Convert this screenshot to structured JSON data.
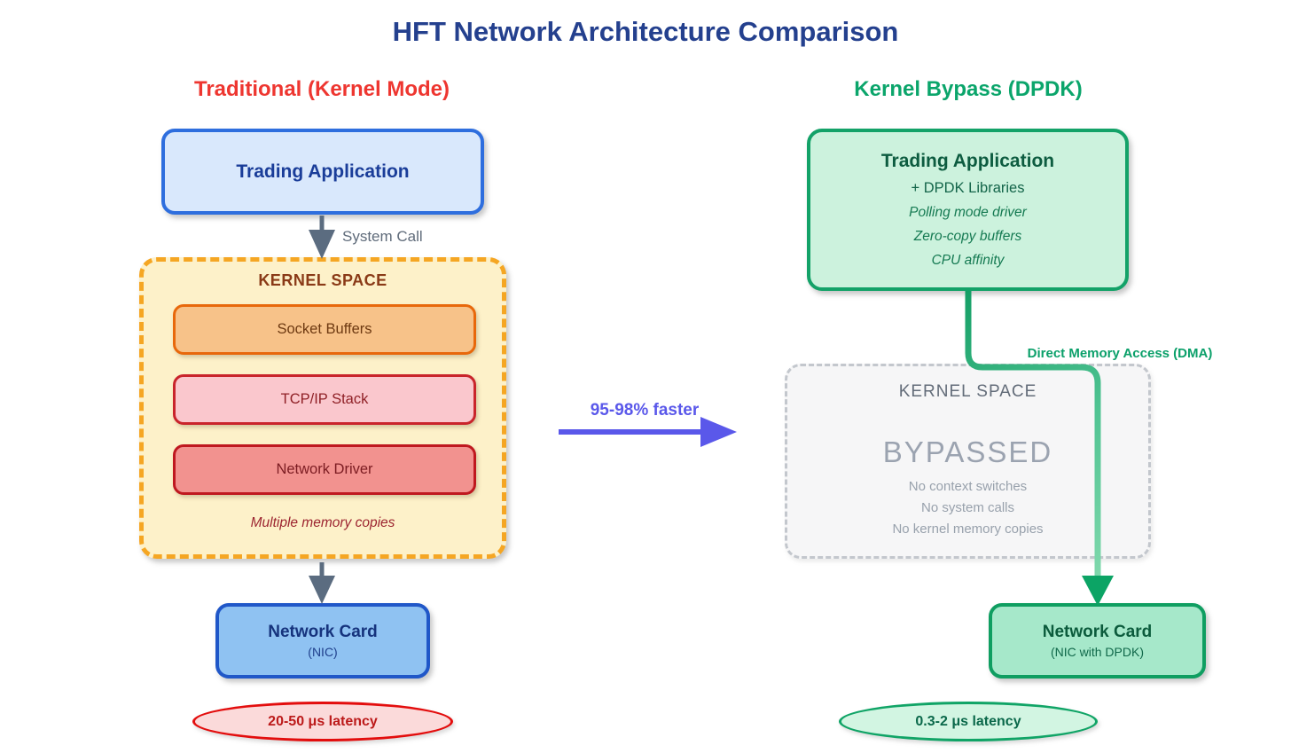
{
  "title": "HFT Network Architecture Comparison",
  "colors": {
    "title_navy": "#24408e",
    "traditional_red": "#ee3630",
    "bypass_green": "#0ba56b",
    "faster_arrow_purple": "#5a58ea",
    "kernel_orange_border": "#f5a623",
    "system_arrow_slate": "#5b6c80"
  },
  "left": {
    "heading": "Traditional (Kernel Mode)",
    "trading_app": {
      "title": "Trading Application"
    },
    "system_call_label": "System Call",
    "kernel_space": {
      "title": "KERNEL SPACE",
      "layers": [
        "Socket Buffers",
        "TCP/IP Stack",
        "Network Driver"
      ],
      "note": "Multiple memory copies"
    },
    "network_card": {
      "title": "Network Card",
      "subtitle": "(NIC)"
    },
    "latency": "20-50 μs latency"
  },
  "center": {
    "arrow_label": "95-98% faster"
  },
  "right": {
    "heading": "Kernel Bypass (DPDK)",
    "trading_app": {
      "title": "Trading Application",
      "line1": "+ DPDK Libraries",
      "line2": "Polling mode driver",
      "line3": "Zero-copy buffers",
      "line4": "CPU affinity"
    },
    "dma_label": "Direct Memory Access (DMA)",
    "kernel_space": {
      "title": "KERNEL SPACE",
      "bypassed": "BYPASSED",
      "lines": [
        "No context switches",
        "No system calls",
        "No kernel memory copies"
      ]
    },
    "network_card": {
      "title": "Network Card",
      "subtitle": "(NIC with DPDK)"
    },
    "latency": "0.3-2 μs latency"
  }
}
